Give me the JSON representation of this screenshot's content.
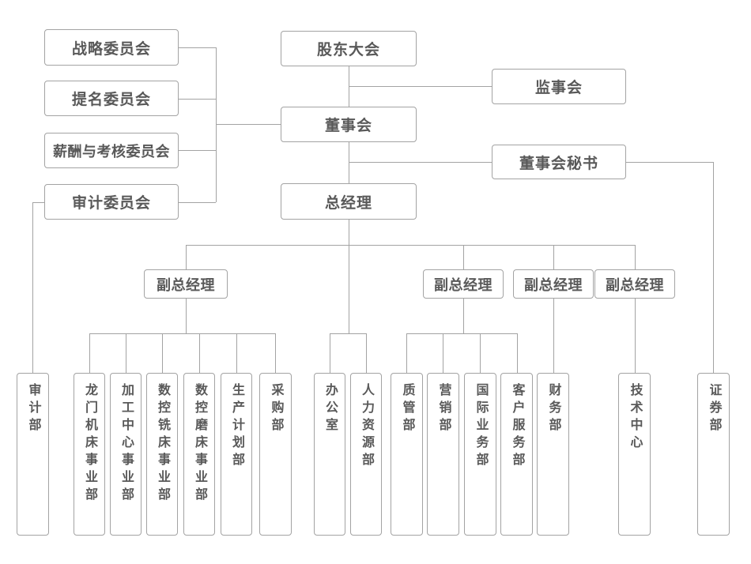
{
  "nodes": {
    "strategy_committee": {
      "label": "战略委员会"
    },
    "nomination_committee": {
      "label": "提名委员会"
    },
    "remuneration_committee": {
      "label": "薪酬与考核委员会"
    },
    "audit_committee": {
      "label": "审计委员会"
    },
    "shareholders_meeting": {
      "label": "股东大会"
    },
    "supervisory_board": {
      "label": "监事会"
    },
    "board_of_directors": {
      "label": "董事会"
    },
    "board_secretary": {
      "label": "董事会秘书"
    },
    "general_manager": {
      "label": "总经理"
    },
    "deputy_gm_1": {
      "label": "副总经理"
    },
    "deputy_gm_2": {
      "label": "副总经理"
    },
    "deputy_gm_3": {
      "label": "副总经理"
    },
    "deputy_gm_4": {
      "label": "副总经理"
    },
    "audit_dept": {
      "label": "审计部"
    },
    "gantry_machine_division": {
      "label": "龙门机床事业部"
    },
    "machining_center_division": {
      "label": "加工中心事业部"
    },
    "cnc_milling_division": {
      "label": "数控铣床事业部"
    },
    "cnc_grinding_division": {
      "label": "数控磨床事业部"
    },
    "production_planning_dept": {
      "label": "生产计划部"
    },
    "purchasing_dept": {
      "label": "采购部"
    },
    "office": {
      "label": "办公室"
    },
    "hr_dept": {
      "label": "人力资源部"
    },
    "quality_dept": {
      "label": "质管部"
    },
    "marketing_dept": {
      "label": "营销部"
    },
    "international_business_dept": {
      "label": "国际业务部"
    },
    "customer_service_dept": {
      "label": "客户服务部"
    },
    "finance_dept": {
      "label": "财务部"
    },
    "technology_center": {
      "label": "技术中心"
    },
    "securities_dept": {
      "label": "证券部"
    }
  },
  "colors": {
    "background": "#ffffff",
    "box_border": "#a3a3a3",
    "connector": "#a3a3a3",
    "text": "#595959"
  }
}
